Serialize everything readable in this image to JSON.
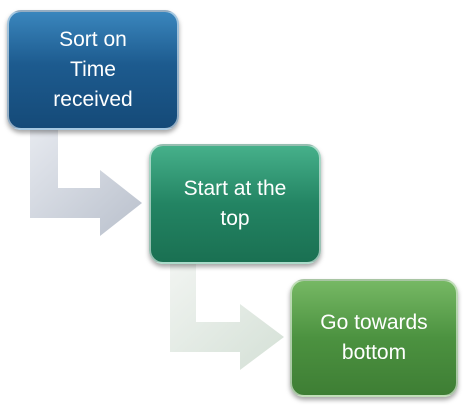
{
  "diagram": {
    "type": "step-down process",
    "steps": [
      {
        "label": "Sort on\nTime\nreceived",
        "color": "#1d5b8f"
      },
      {
        "label": "Start at the\ntop",
        "color": "#238463"
      },
      {
        "label": "Go towards\nbottom",
        "color": "#4c9240"
      }
    ],
    "connector_colors": [
      "#c9ced9",
      "#dde7df"
    ],
    "connector_icon": "bent-arrow-right-icon"
  }
}
